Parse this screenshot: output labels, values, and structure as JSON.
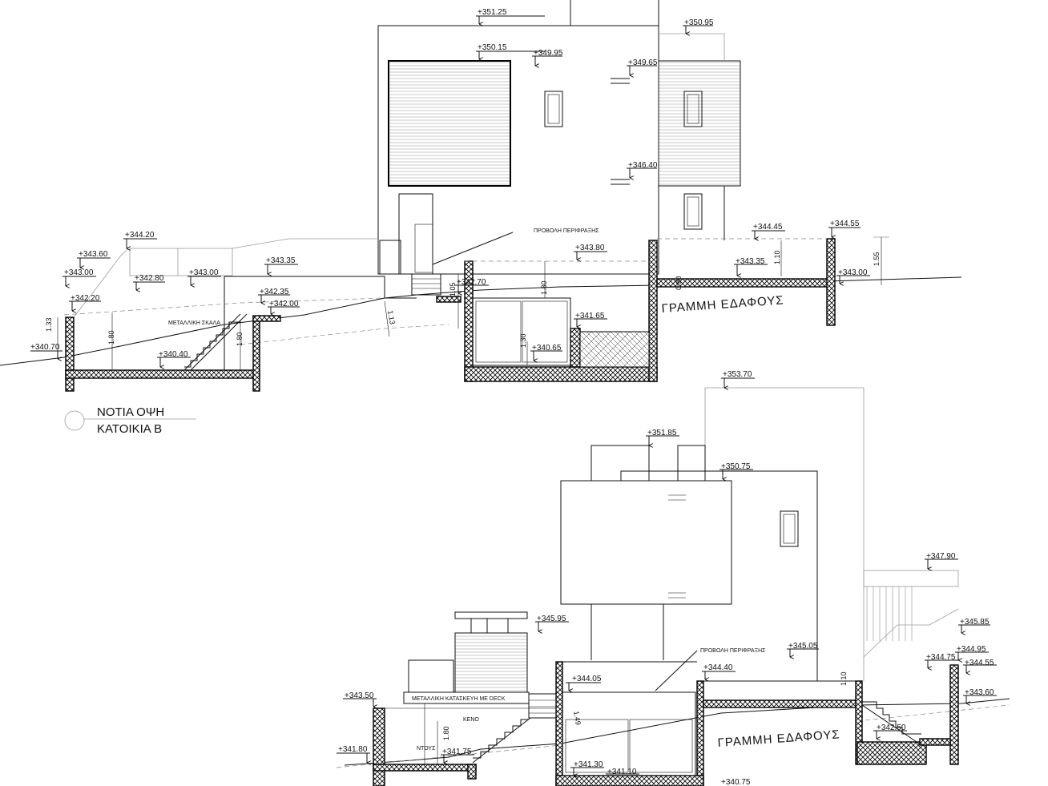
{
  "south_elevation": {
    "title": "ΝΟΤΙΑ ΟΨΗ",
    "subtitle": "ΚΑΤΟΙΚΙΑ Β",
    "levels": [
      "+351.25",
      "+350.15",
      "+349.95",
      "+350.95",
      "+349.65",
      "+346.40",
      "+344.20",
      "+343.60",
      "+343.00",
      "+342.80",
      "+343.00",
      "+343.35",
      "+342.20",
      "+342.35",
      "+342.00",
      "+340.70",
      "+340.40",
      "+342.70",
      "+343.80",
      "+341.65",
      "+340.65",
      "+344.45",
      "+344.55",
      "+343.35",
      "+343.00"
    ],
    "labels": {
      "fence_projection": "ΠΡΟΒΟΛΗ ΠΕΡΙΦΡΑΞΗΣ",
      "metal_stair": "ΜΕΤΑΛΛΙΚΗ ΣΚΑΛΑ",
      "ground_line": "ΓΡΑΜΜΗ   ΕΔΑΦΟΥΣ"
    },
    "dimensions": [
      "1.33",
      "1.80",
      "1.80",
      "1.13",
      "1.05",
      "1.80",
      "1.30",
      "0.30",
      "1.10",
      "1.55"
    ]
  },
  "second_elevation": {
    "levels": [
      "+353.70",
      "+351.85",
      "+350.75",
      "+347.90",
      "+345.95",
      "+345.85",
      "+345.05",
      "+344.95",
      "+344.75",
      "+344.55",
      "+344.40",
      "+344.05",
      "+343.60",
      "+343.50",
      "+342.50",
      "+341.80",
      "+341.75",
      "+341.30",
      "+341.10",
      "+340.75"
    ],
    "labels": {
      "fence_projection": "ΠΡΟΒΟΛΗ ΠΕΡΙΦΡΑΞΗΣ",
      "metal_deck": "ΜΕΤΑΛΛΙΚΗ ΚΑΤΑΣΚΕΥΗ ΜΕ DECK",
      "void": "ΚΕΝΟ",
      "shower": "ΝΤΟΥΣ",
      "ground_line": "ΓΡΑΜΜΗ ΕΔΑΦΟΥΣ"
    },
    "dimensions": [
      "1.80",
      "1.10",
      "1.49"
    ]
  }
}
